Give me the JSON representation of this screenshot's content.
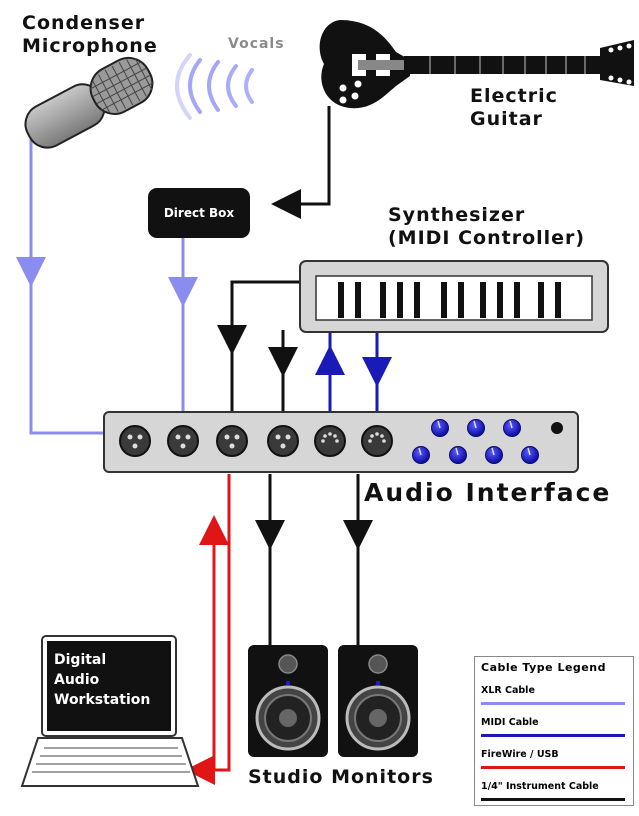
{
  "labels": {
    "condenser_microphone": [
      "Condenser",
      "Microphone"
    ],
    "vocals": "Vocals",
    "electric_guitar": [
      "Electric",
      "Guitar"
    ],
    "direct_box": "Direct Box",
    "synthesizer": [
      "Synthesizer",
      "(MIDI Controller)"
    ],
    "audio_interface": "Audio Interface",
    "daw": [
      "Digital",
      "Audio",
      "Workstation"
    ],
    "studio_monitors": "Studio Monitors"
  },
  "legend": {
    "title": "Cable Type Legend",
    "items": [
      {
        "label": "XLR Cable",
        "color": "#8a8cf0"
      },
      {
        "label": "MIDI Cable",
        "color": "#1a1ab8"
      },
      {
        "label": "FireWire / USB",
        "color": "#e01515"
      },
      {
        "label": "1/4\" Instrument Cable",
        "color": "#111111"
      }
    ]
  },
  "colors": {
    "xlr": "#8a8cf0",
    "midi": "#1a1ab8",
    "firewire_usb": "#e01515",
    "instrument": "#111111",
    "knob_blue": "#1a1ad8",
    "device_grey": "#d6d6d6"
  },
  "icons": [
    "microphone-icon",
    "sound-waves-icon",
    "electric-guitar-icon",
    "keyboard-icon",
    "laptop-icon",
    "speaker-icon"
  ]
}
